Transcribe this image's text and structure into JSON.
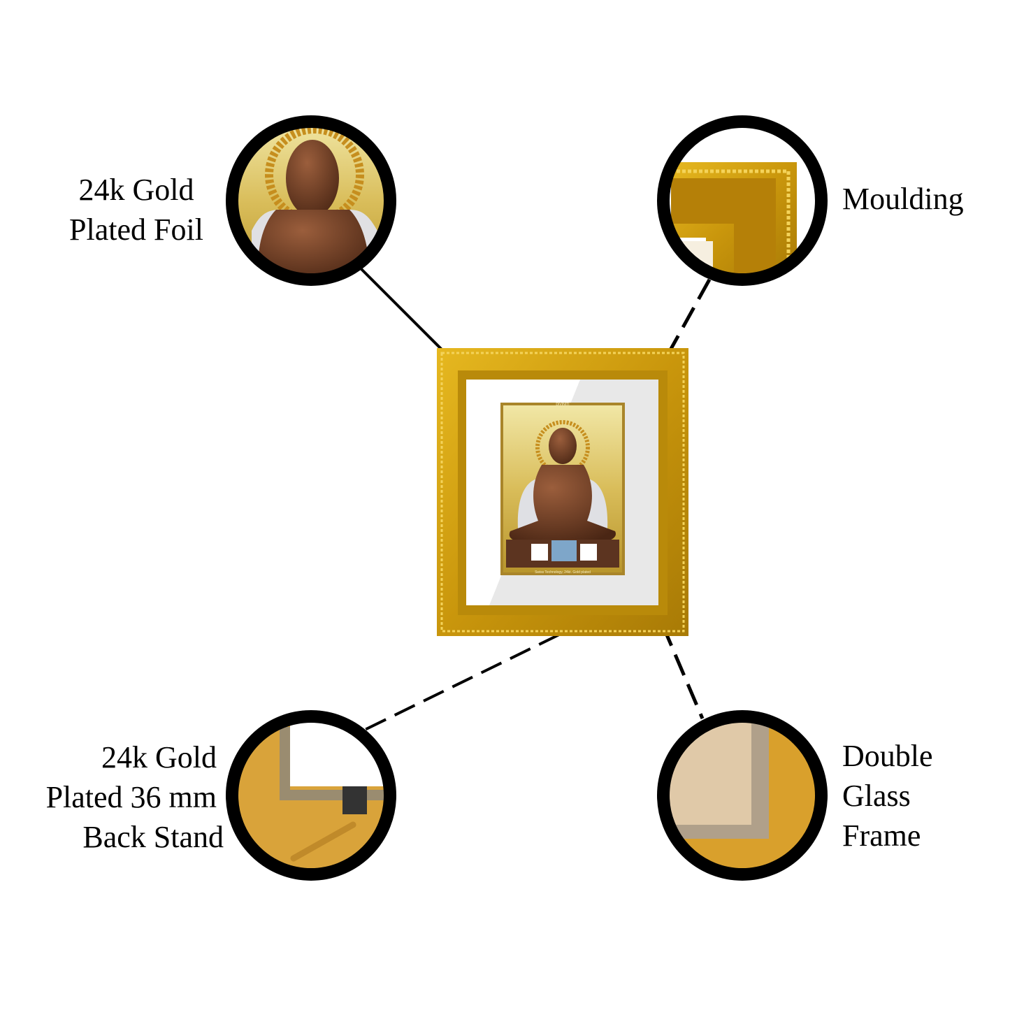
{
  "features": [
    {
      "id": "gold-foil",
      "lines": [
        "24k Gold",
        "Plated Foil"
      ]
    },
    {
      "id": "moulding",
      "lines": [
        "Moulding"
      ]
    },
    {
      "id": "back-stand",
      "lines": [
        "24k Gold",
        "Plated 36 mm",
        "Back Stand"
      ]
    },
    {
      "id": "double-glass",
      "lines": [
        "Double",
        "Glass",
        "Frame"
      ]
    }
  ],
  "product": {
    "brand": "DIVINITI",
    "footer": "Swiss Technology, 24kt. Gold plated"
  },
  "colors": {
    "gold": "#d4a017",
    "frame_dark": "#b8860b",
    "ring": "#000000",
    "idol": "#6b3a22"
  }
}
